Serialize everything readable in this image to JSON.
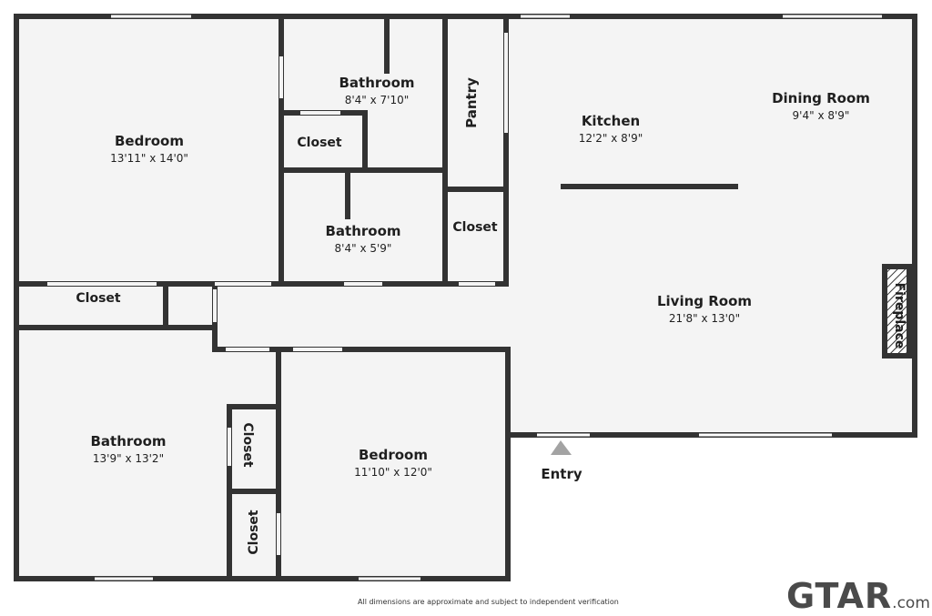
{
  "rooms": {
    "bedroom_top": {
      "name": "Bedroom",
      "dims": "13'11\" x 14'0\""
    },
    "bathroom_top": {
      "name": "Bathroom",
      "dims": "8'4\" x 7'10\""
    },
    "pantry": {
      "name": "Pantry"
    },
    "kitchen": {
      "name": "Kitchen",
      "dims": "12'2\" x 8'9\""
    },
    "dining": {
      "name": "Dining Room",
      "dims": "9'4\" x 8'9\""
    },
    "closet_a": {
      "name": "Closet"
    },
    "bathroom_mid": {
      "name": "Bathroom",
      "dims": "8'4\" x 5'9\""
    },
    "closet_b": {
      "name": "Closet"
    },
    "closet_c": {
      "name": "Closet"
    },
    "living": {
      "name": "Living Room",
      "dims": "21'8\" x 13'0\""
    },
    "fireplace": {
      "name": "Fireplace"
    },
    "bathroom_low": {
      "name": "Bathroom",
      "dims": "13'9\" x 13'2\""
    },
    "closet_d": {
      "name": "Closet"
    },
    "closet_e": {
      "name": "Closet"
    },
    "bedroom_low": {
      "name": "Bedroom",
      "dims": "11'10\" x 12'0\""
    },
    "entry": {
      "name": "Entry"
    }
  },
  "footer": {
    "disclaimer": "All dimensions are approximate and subject to independent verification",
    "logo_main": "GTAR",
    "logo_suffix": ".com"
  },
  "colors": {
    "wall": "#333333",
    "floor": "#f4f4f4",
    "window": "#ffffff",
    "marker": "#a3a3a3"
  }
}
